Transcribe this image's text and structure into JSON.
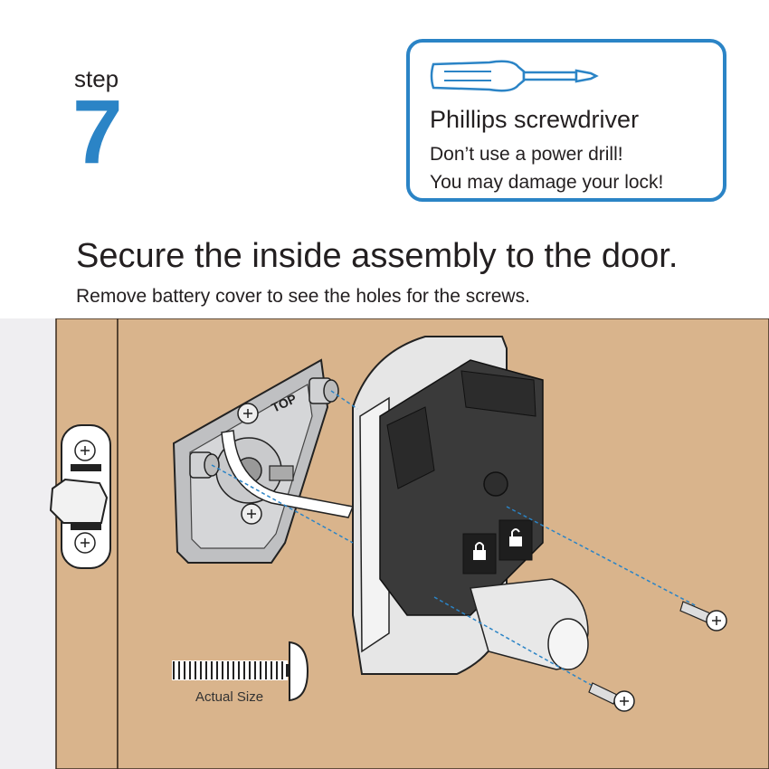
{
  "step": {
    "word": "step",
    "number": "7"
  },
  "tool": {
    "name": "Phillips screwdriver",
    "warning_line1": "Don’t use a power drill!",
    "warning_line2": "You may damage your lock!",
    "icon": "phillips-screwdriver-icon"
  },
  "instruction": {
    "title": "Secure the inside assembly to the door.",
    "subtitle": "Remove battery cover to see the holes for the screws."
  },
  "illustration": {
    "plate_label": "TOP",
    "screw_caption": "Actual Size"
  },
  "colors": {
    "accent": "#2b84c6",
    "door": "#d9b48c",
    "lock_dark": "#3a3a3a",
    "metal": "#e6e6e6"
  }
}
